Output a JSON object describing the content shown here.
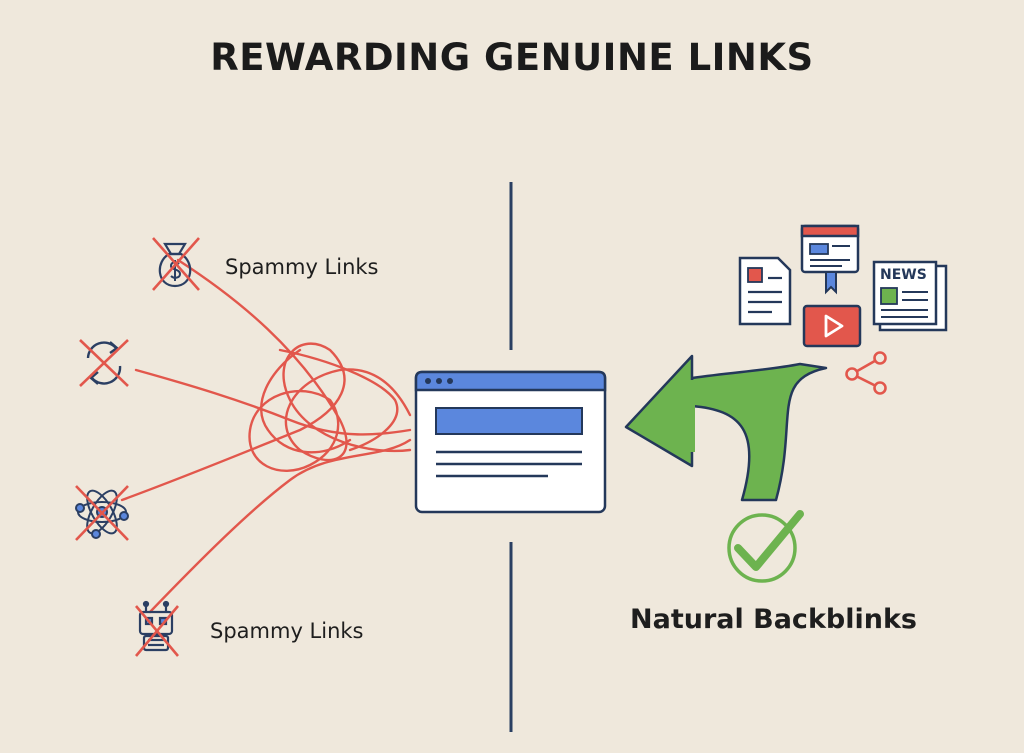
{
  "title": "REWARDING GENUINE LINKS",
  "left_panel": {
    "top_label": "Spammy Links",
    "bottom_label": "Spammy Links",
    "icons": [
      "money-bag-icon",
      "recycle-arrows-icon",
      "network-nodes-icon",
      "robot-icon"
    ]
  },
  "right_panel": {
    "label": "Natural Backblinks",
    "source_icons": [
      "document-icon",
      "webpage-icon",
      "video-play-icon",
      "news-icon",
      "share-icon"
    ]
  },
  "news_icon_text": "NEWS",
  "colors": {
    "background": "#efe8dc",
    "spam": "#e2574c",
    "natural": "#6db34f",
    "outline": "#24385a",
    "browser_blue": "#5b87dd"
  }
}
